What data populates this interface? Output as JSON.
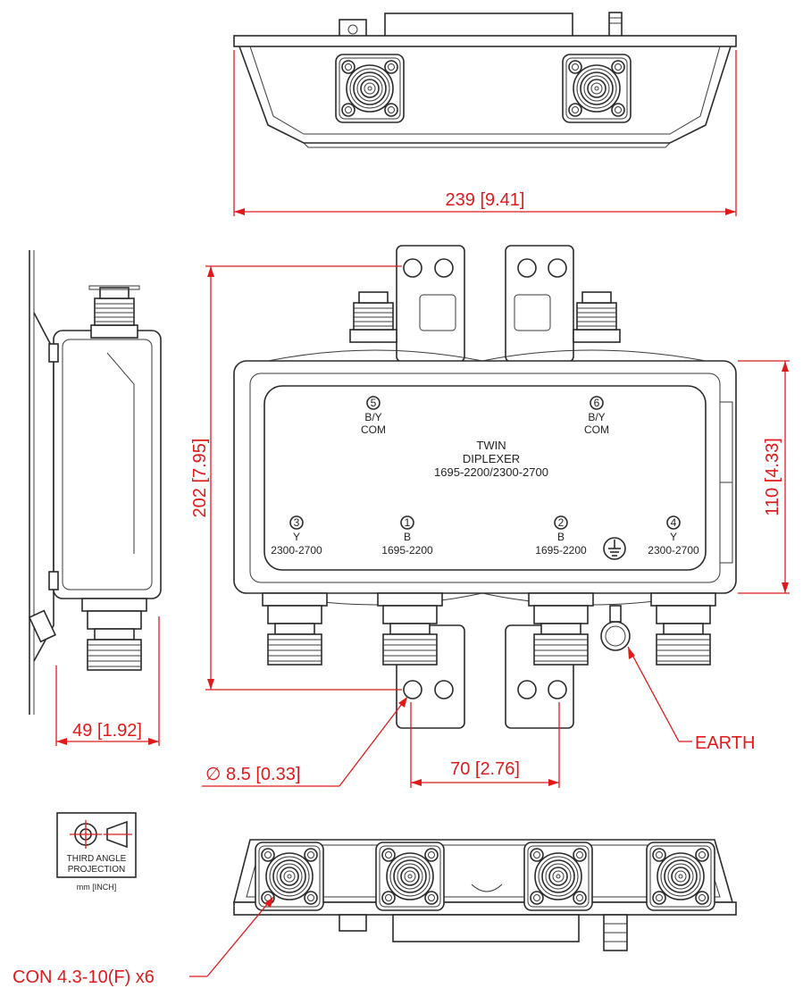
{
  "dimensions": {
    "width_top": "239 [9.41]",
    "height_overall": "202 [7.95]",
    "height_body": "110 [4.33]",
    "depth": "49 [1.92]",
    "hole_diameter": "∅ 8.5 [0.33]",
    "hole_spacing": "70 [2.76]"
  },
  "labels": {
    "earth": "EARTH",
    "connectors": "CON 4.3-10(F) x6"
  },
  "body_text": {
    "line1": "TWIN",
    "line2": "DIPLEXER",
    "line3": "1695-2200/2300-2700"
  },
  "ports": [
    {
      "num": "5",
      "band": "B/Y",
      "range": "COM"
    },
    {
      "num": "6",
      "band": "B/Y",
      "range": "COM"
    },
    {
      "num": "3",
      "band": "Y",
      "range": "2300-2700"
    },
    {
      "num": "1",
      "band": "B",
      "range": "1695-2200"
    },
    {
      "num": "2",
      "band": "B",
      "range": "1695-2200"
    },
    {
      "num": "4",
      "band": "Y",
      "range": "2300-2700"
    }
  ],
  "projection": {
    "line1": "THIRD ANGLE",
    "line2": "PROJECTION",
    "units": "mm [INCH]"
  }
}
